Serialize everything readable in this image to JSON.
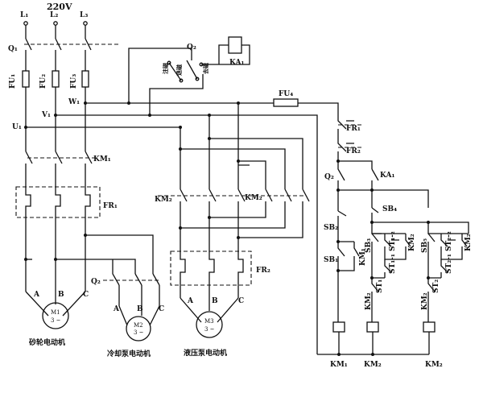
{
  "supply": {
    "voltage": "220V",
    "phases": [
      "L₁",
      "L₂",
      "L₃"
    ]
  },
  "buses": {
    "u": "U₁",
    "v": "V₁",
    "w": "W₁"
  },
  "components": {
    "q1": "Q₁",
    "q2_top": "Q₂",
    "q2_mid": "Q₂",
    "q2_ctrl": "Q₂",
    "ka1_coil": "KA₁",
    "ka1_contact": "KA₁",
    "fu1": "FU₁",
    "fu2": "FU₂",
    "fu3": "FU₃",
    "fu4": "FU₄",
    "km1": "KM₁",
    "fr1_left": "FR₁",
    "km2_left": "KM₂",
    "km2_right": "KM₂",
    "fr2": "FR₂",
    "fr1_ctrl": "FR₁",
    "fr2_ctrl": "FR₂",
    "sb1": "SB₁",
    "sb2": "SB₂",
    "sb3": "SB₃",
    "sb4": "SB₄",
    "sb5": "SB₅",
    "km1_hold": "KM₁",
    "km2_hold_a": "KM₂",
    "km2_hold_b": "KM₂",
    "st1_2": "ST₁-₂",
    "st1_1": "ST₁-₁",
    "st2_2": "ST₂-₂",
    "st2_1": "ST₂-₁",
    "st1_coil": "ST₁",
    "st2_coil": "ST₂",
    "km2_il_a": "KM₂",
    "km2_il_b": "KM₂",
    "q2_switch_labels": [
      "注磁",
      "退磁",
      "去磁"
    ]
  },
  "terminals": {
    "m1": [
      "A",
      "B",
      "C"
    ],
    "m2": [
      "A",
      "B",
      "C"
    ],
    "m3": [
      "A",
      "B",
      "C"
    ]
  },
  "motors": {
    "m1": {
      "id": "M1",
      "spec": "3 ~",
      "caption": "砂轮电动机"
    },
    "m2": {
      "id": "M2",
      "spec": "3 ~",
      "caption": "冷却泵电动机"
    },
    "m3": {
      "id": "M3",
      "spec": "3 ~",
      "caption": "液压泵电动机"
    }
  },
  "coil_labels": [
    "KM₁",
    "KM₂",
    "KM₂"
  ]
}
